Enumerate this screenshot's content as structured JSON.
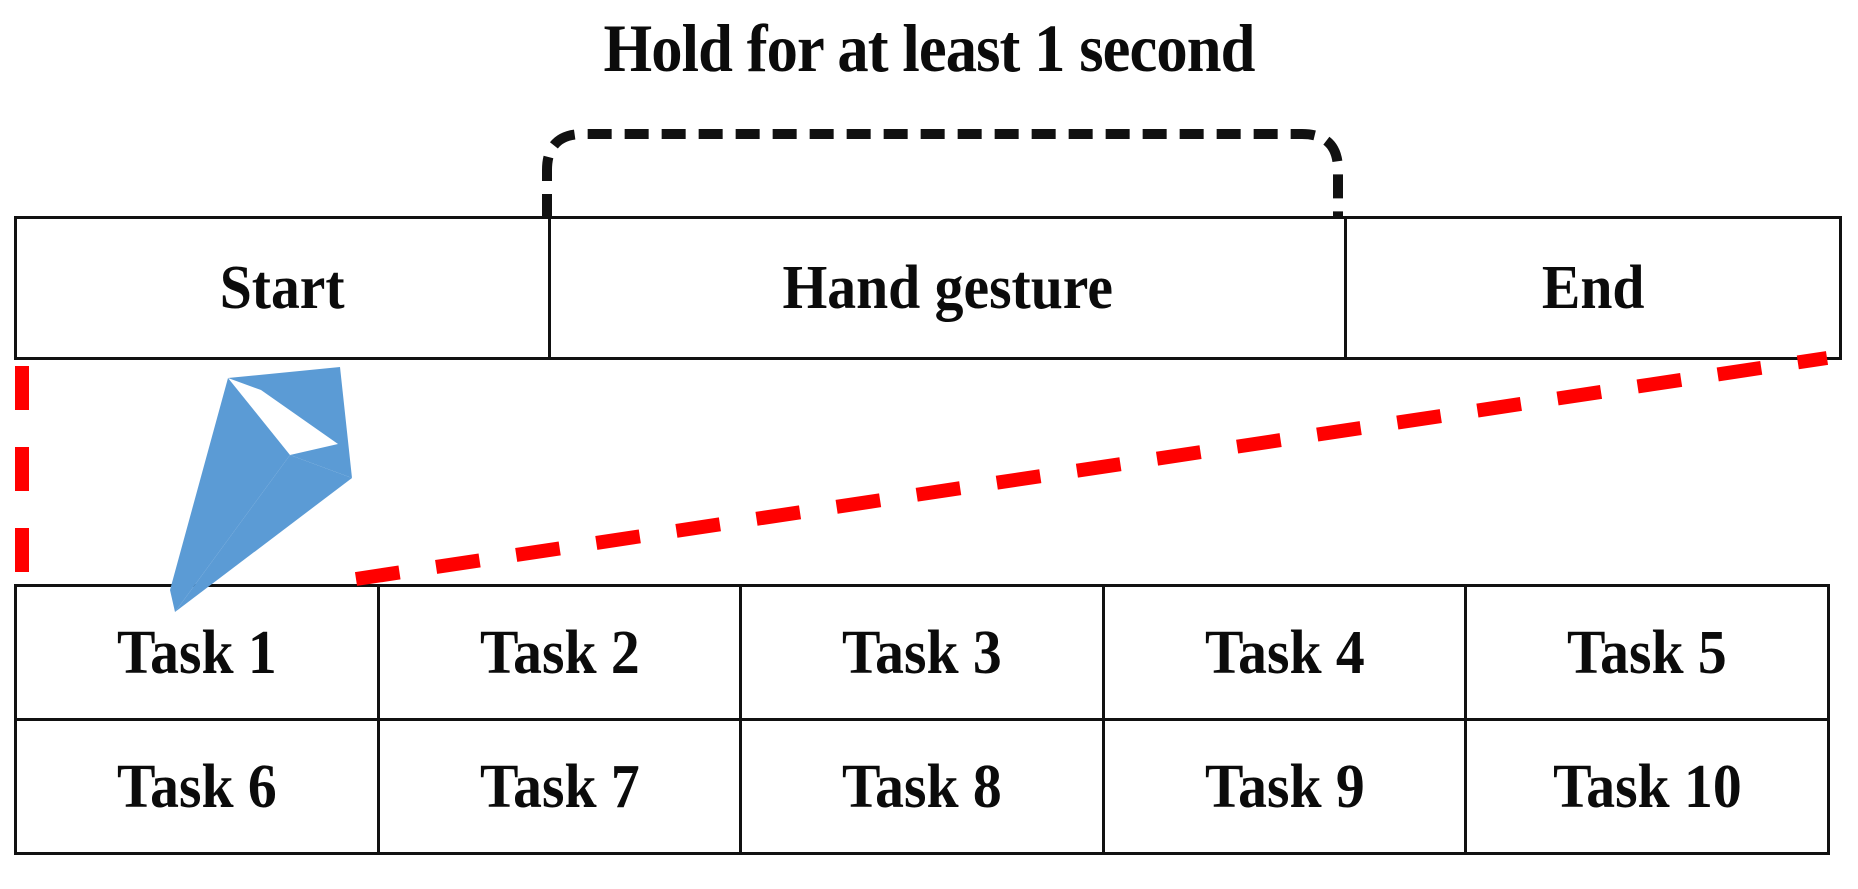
{
  "diagram": {
    "title": "Hold for at least 1 second",
    "bracket": {
      "name": "hold-duration-bracket",
      "style": "dashed",
      "color": "#111111",
      "spans": "Hand gesture"
    },
    "colors": {
      "table_border": "#111111",
      "text": "#0b0b0b",
      "red_dashed": "#FF0000",
      "blue_arrow": "#5B9BD5",
      "background": "#FFFFFF"
    },
    "timeline": {
      "name": "gesture-timeline",
      "phases": [
        {
          "label": "Start"
        },
        {
          "label": "Hand gesture"
        },
        {
          "label": "End"
        }
      ]
    },
    "tasks": {
      "name": "task-grid",
      "rows": [
        [
          {
            "label": "Task 1"
          },
          {
            "label": "Task 2"
          },
          {
            "label": "Task 3"
          },
          {
            "label": "Task 4"
          },
          {
            "label": "Task 5"
          }
        ],
        [
          {
            "label": "Task 6"
          },
          {
            "label": "Task 7"
          },
          {
            "label": "Task 8"
          },
          {
            "label": "Task 9"
          },
          {
            "label": "Task 10"
          }
        ]
      ]
    },
    "annotations": {
      "pointer": {
        "name": "cursor-arrow",
        "color": "#5B9BD5",
        "points_to": "Task 1"
      },
      "left_connector": {
        "name": "red-vertical-dashed-connector",
        "color": "#FF0000"
      },
      "diagonal_connector": {
        "name": "red-diagonal-dashed-connector",
        "color": "#FF0000"
      }
    }
  }
}
